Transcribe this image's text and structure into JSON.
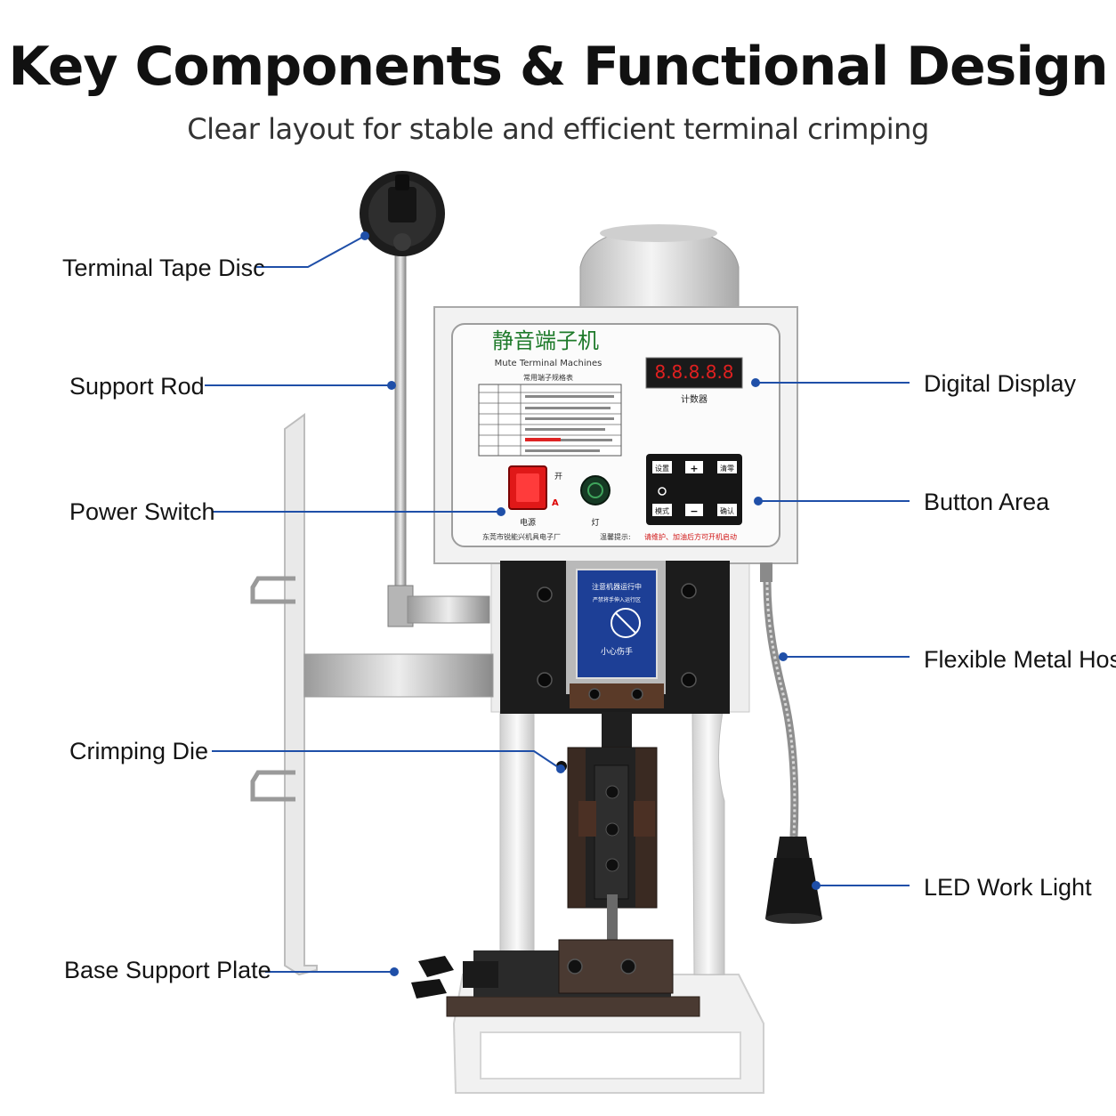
{
  "header": {
    "title": "Key Components & Functional Design",
    "subtitle": "Clear layout for stable and efficient terminal crimping"
  },
  "callouts": {
    "terminal_tape_disc": "Terminal Tape Disc",
    "support_rod": "Support Rod",
    "power_switch": "Power Switch",
    "crimping_die": "Crimping Die",
    "base_support_plate": "Base Support Plate",
    "digital_display": "Digital Display",
    "button_area": "Button Area",
    "flexible_metal_hose": "Flexible Metal Hose",
    "led_work_light": "LED Work Light"
  },
  "machine": {
    "panel_title_cn": "静音端子机",
    "panel_title_en": "Mute Terminal Machines",
    "table_title": "常用端子规格表",
    "counter_value": "8.8.8.8.8",
    "counter_label": "计数器",
    "switch_on_mark": "开",
    "switch_letter": "A",
    "power_label": "电源",
    "light_label": "灯",
    "maker_text": "东莞市锐能兴机具电子厂",
    "warning_prefix": "温馨提示:",
    "warning_text": "请维护、加油后方可开机启动",
    "buttons": {
      "set": "设置",
      "plus": "+",
      "clear": "清零",
      "mode": "模式",
      "minus": "−",
      "confirm": "确认"
    },
    "safety_plate": {
      "line1": "注意机器运行中",
      "line2": "严禁将手伸入运行区",
      "line3": "小心伤手"
    }
  },
  "colors": {
    "callout_line": "#1f4fa8",
    "display_digits": "#e02020",
    "power_switch": "#e01818",
    "panel_text_green": "#1e7a2a",
    "safety_plate": "#1d3f96"
  },
  "icons": {
    "power_switch": "rocker-switch-icon",
    "light_toggle": "light-button-icon",
    "safety": "no-hand-icon"
  }
}
